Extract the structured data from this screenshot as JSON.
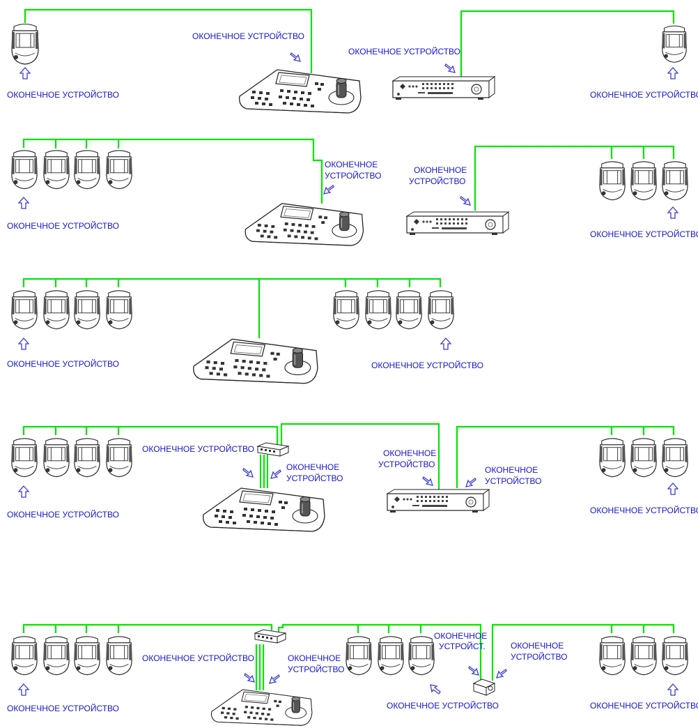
{
  "colors": {
    "cable": "#00e600",
    "label": "#1414d4",
    "arrow": "#3a3ad6",
    "device_outline": "#222222"
  },
  "icons": [
    "dome-camera-icon",
    "keyboard-controller-icon",
    "dvr-recorder-icon",
    "junction-box-icon",
    "up-arrow-icon",
    "diagonal-arrow-icon"
  ],
  "labels": {
    "end_device": "ОКОНЕЧНОЕ УСТРОЙСТВО",
    "end_device_line1": "ОКОНЕЧНОЕ",
    "end_device_line2": "УСТРОЙСТВО",
    "end_device_short": "УСТРОЙСТ."
  }
}
